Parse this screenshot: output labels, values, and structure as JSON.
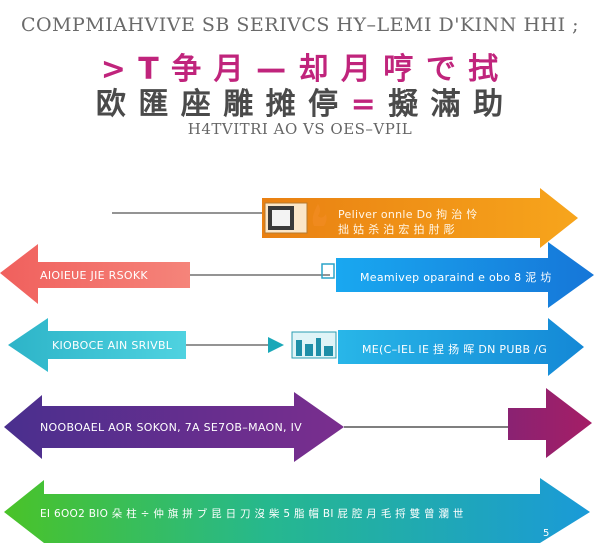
{
  "header": {
    "line1": "COMPMIAHVIVE SB SERIVCS  HY–LEMI D'KINN  HHI ;",
    "line2": "> T 争 月 — 却 月 哼 で 拭",
    "line3_main": "欧 匯 座 雕 摊 停",
    "line3_accent": "=",
    "line3_tail": "擬 滿 助",
    "subtitle": "H4TVITRI AO  VS OES–VPIL"
  },
  "arrows": [
    {
      "label_line1": "Peliver onnle  Do 拘 治 怜",
      "label_line2": "拙 姑  杀  泊 宏 拍 肘 彫",
      "color": "#f29a18"
    },
    {
      "left_label": "AIOIEUE JIE RSOKK",
      "left_color": "#f26a64",
      "right_label": "Meamivep oparaind  e obo 8  泥  坊",
      "right_color": "#1a8fe8"
    },
    {
      "left_label": "KIOBOCE  AIN  SRIVBL",
      "left_color": "#33c4d0",
      "right_label": "ME(C–IEL IE 捏 扬 晖  DN  PUBB /G",
      "right_color": "#1fa6e2"
    },
    {
      "left_label": "NOOBOAEL AOR SOKON, 7A  SE7OB–MAON, IV",
      "left_color": "#5c2c8c",
      "right_color": "#94206c"
    },
    {
      "label": "EI 6OO2 BIO 朵 柱 ÷ 仲 旗 拼 ブ 昆  日 刀 沒 柴 5 脂 帽  BI 屁 腔 月 毛 捋 雙 曾 瀾 世",
      "color_left": "#48c230",
      "color_right": "#1e9ed8",
      "tail_text": "5"
    }
  ]
}
